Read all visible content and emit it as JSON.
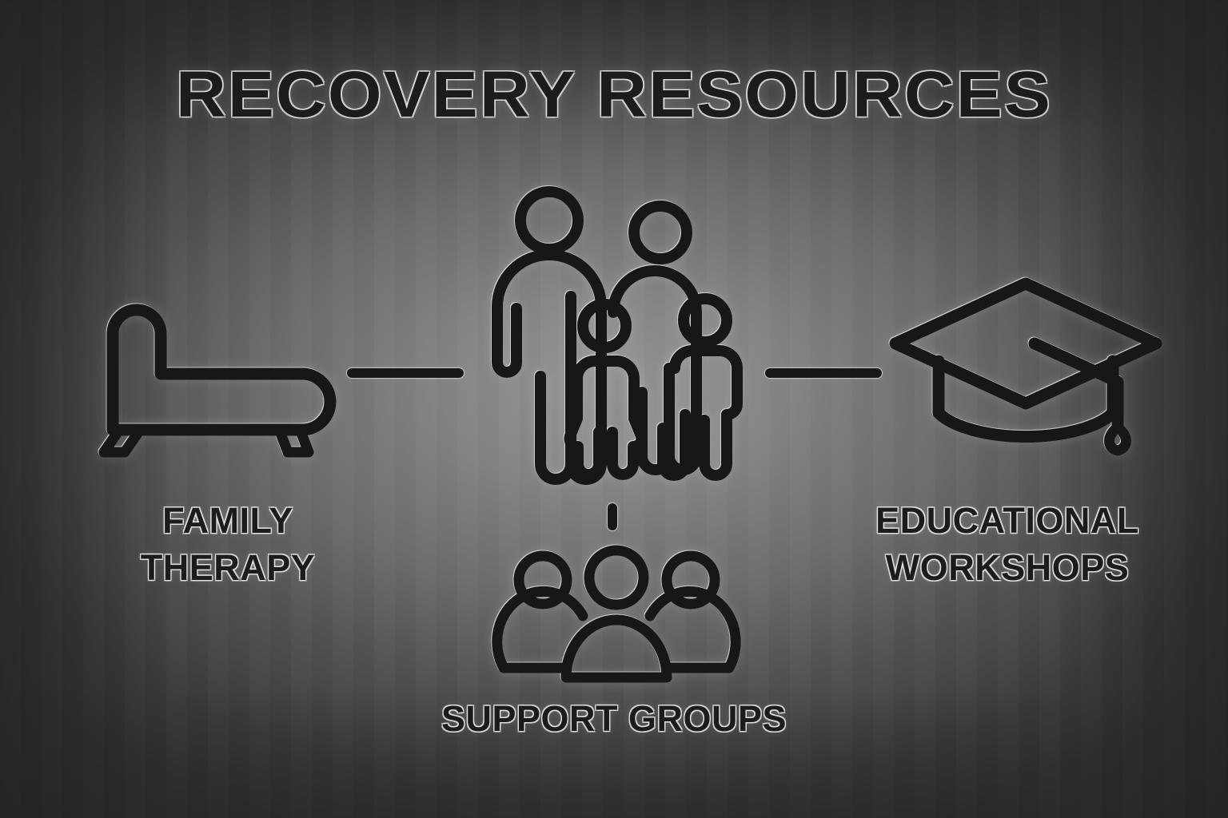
{
  "page": {
    "title": "RECOVERY RESOURCES",
    "background_color": "#6f6f6f",
    "background_edge_color": "#3a3a3a",
    "ink_color": "#171717",
    "outline_color": "#e4e4e4"
  },
  "nodes": [
    {
      "id": "family-therapy",
      "icon": "chaise-lounge-icon",
      "label": "FAMILY\nTHERAPY"
    },
    {
      "id": "family-center",
      "icon": "family-group-icon",
      "label": ""
    },
    {
      "id": "educational-workshops",
      "icon": "graduation-cap-icon",
      "label": "EDUCATIONAL\nWORKSHOPS"
    },
    {
      "id": "support-groups",
      "icon": "three-people-icon",
      "label": "SUPPORT GROUPS"
    }
  ],
  "connectors": [
    {
      "id": "left",
      "orientation": "horizontal",
      "from": "family-therapy",
      "to": "family-center"
    },
    {
      "id": "right",
      "orientation": "horizontal",
      "from": "family-center",
      "to": "educational-workshops"
    },
    {
      "id": "bottom",
      "orientation": "vertical",
      "from": "family-center",
      "to": "support-groups"
    }
  ]
}
